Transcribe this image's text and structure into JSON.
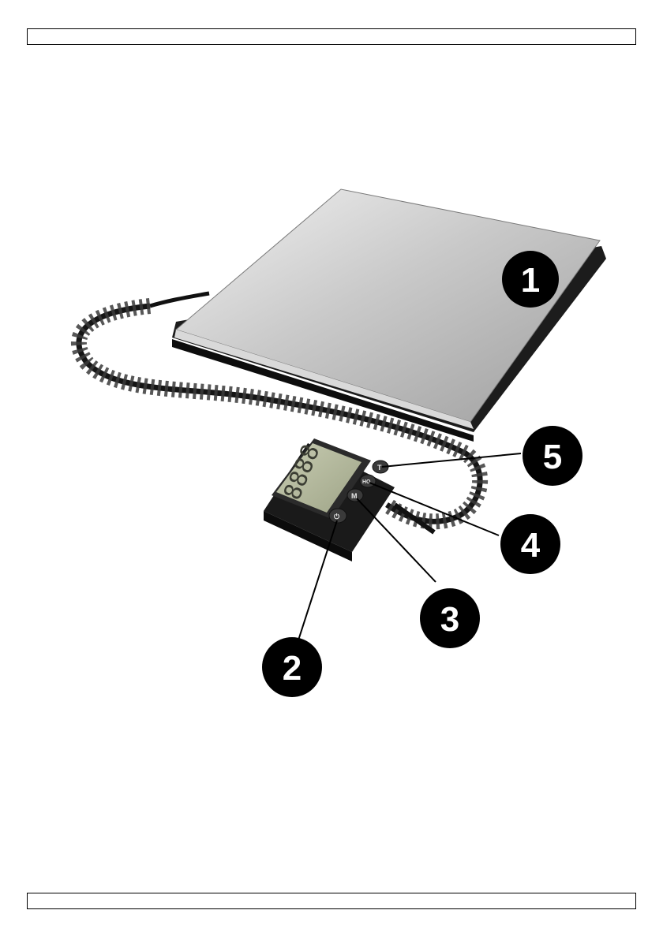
{
  "callouts": [
    {
      "id": "1",
      "label": "1"
    },
    {
      "id": "2",
      "label": "2"
    },
    {
      "id": "3",
      "label": "3"
    },
    {
      "id": "4",
      "label": "4"
    },
    {
      "id": "5",
      "label": "5"
    }
  ],
  "display": {
    "digits": "8888"
  },
  "buttons": {
    "tare": "T",
    "mode": "M",
    "hold": "HO",
    "power": "⏻"
  }
}
